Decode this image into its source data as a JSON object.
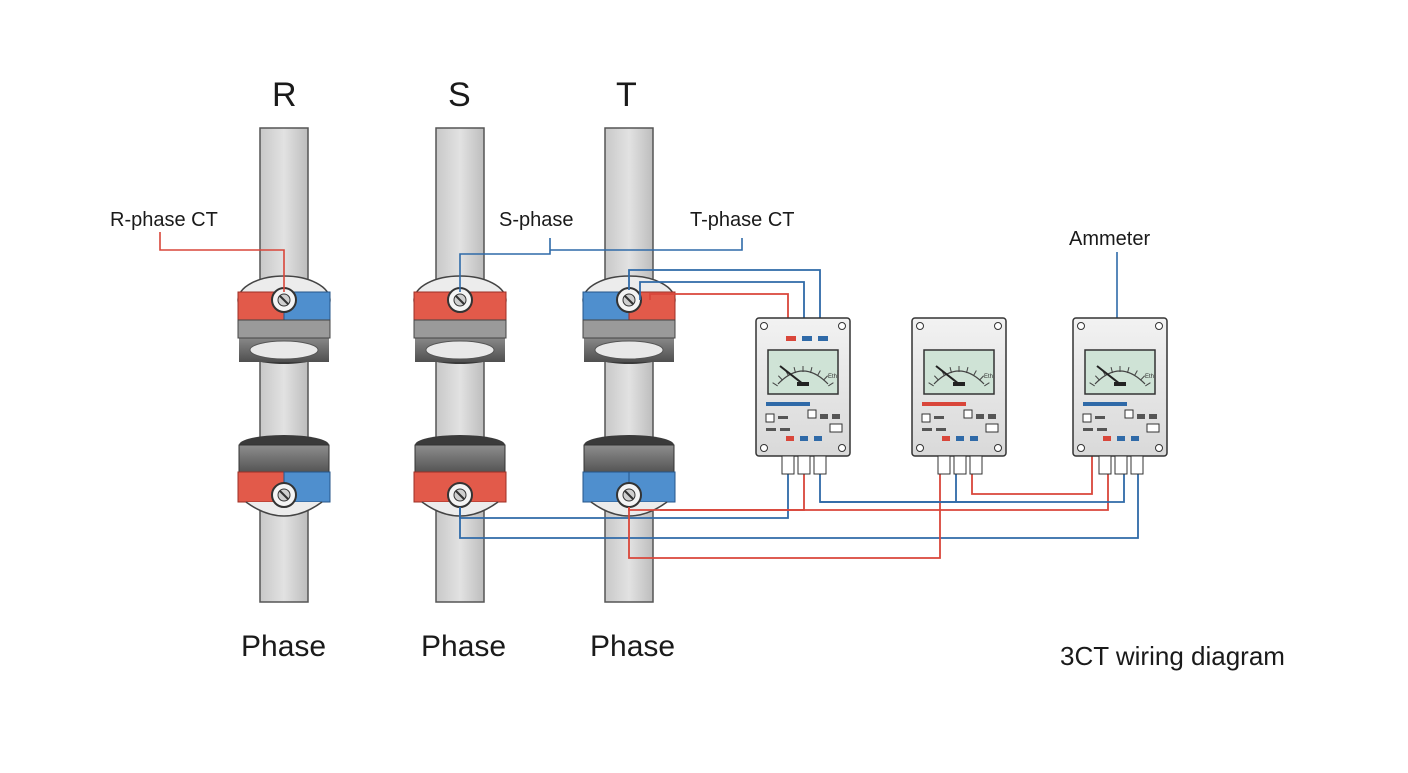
{
  "phases": [
    {
      "letter": "R",
      "name": "Phase"
    },
    {
      "letter": "S",
      "name": "Phase"
    },
    {
      "letter": "T",
      "name": "Phase"
    }
  ],
  "callouts": {
    "r_ct": "R-phase CT",
    "s_ct": "S-phase",
    "t_ct": "T-phase CT",
    "ammeter": "Ammeter"
  },
  "meter_scale_unit": "Eth",
  "caption": "3CT wiring diagram",
  "colors": {
    "red_wire": "#d9463a",
    "blue_wire": "#2f6aa8",
    "red_band": "#e25a4a",
    "blue_band": "#4f8fce",
    "conductor": "#d6d6d6",
    "meter_display": "#cfe3d6"
  }
}
